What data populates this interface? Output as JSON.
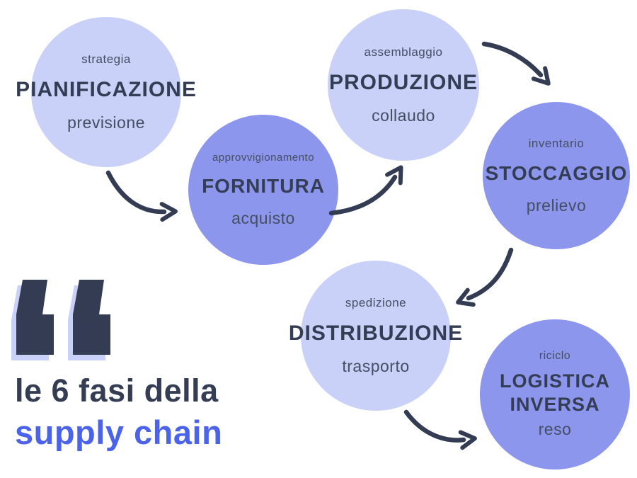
{
  "title": {
    "line1": "le 6 fasi della",
    "line2": "supply chain"
  },
  "phases": [
    {
      "top_label": "strategia",
      "name": "PIANIFICAZIONE",
      "bottom_label": "previsione"
    },
    {
      "top_label": "approvvigionamento",
      "name": "FORNITURA",
      "bottom_label": "acquisto"
    },
    {
      "top_label": "assemblaggio",
      "name": "PRODUZIONE",
      "bottom_label": "collaudo"
    },
    {
      "top_label": "inventario",
      "name": "STOCCAGGIO",
      "bottom_label": "prelievo"
    },
    {
      "top_label": "spedizione",
      "name": "DISTRIBUZIONE",
      "bottom_label": "trasporto"
    },
    {
      "top_label": "riciclo",
      "name": "LOGISTICA INVERSA",
      "bottom_label": "reso"
    }
  ],
  "flow_order": [
    "PIANIFICAZIONE",
    "FORNITURA",
    "PRODUZIONE",
    "STOCCAGGIO",
    "DISTRIBUZIONE",
    "LOGISTICA INVERSA"
  ],
  "colors": {
    "circle_light": "#c9d1f8",
    "circle_medium": "#8c96ec",
    "text_dark": "#343d53",
    "text_label": "#454e63",
    "accent_blue": "#4a63ea",
    "arrow": "#333c52",
    "quote_shadow": "#c9d1f8",
    "background": "#ffffff"
  }
}
